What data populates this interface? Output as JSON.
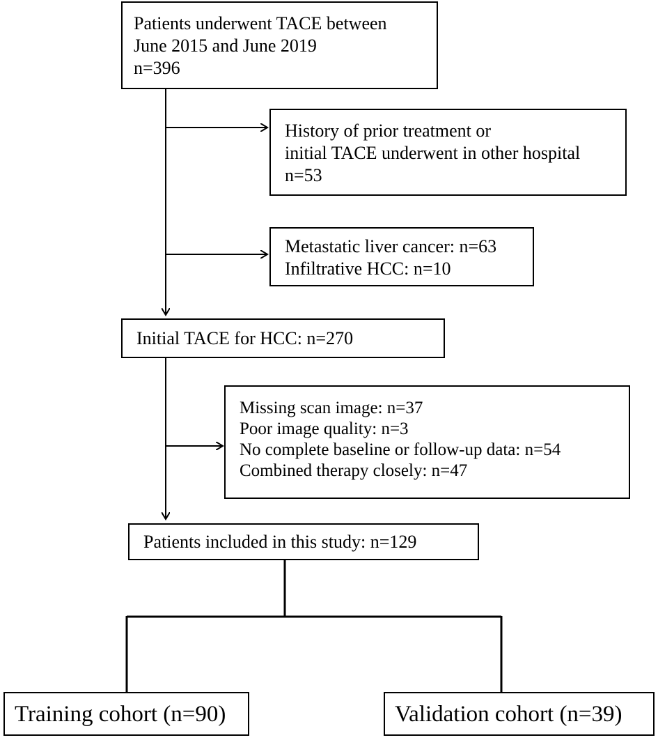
{
  "boxes": {
    "start": {
      "lines": [
        "Patients underwent TACE between",
        "June 2015 and June 2019",
        "n=396"
      ]
    },
    "exclusion1": {
      "lines": [
        "History of prior treatment or",
        "initial TACE underwent in other hospital",
        "n=53"
      ]
    },
    "exclusion2": {
      "lines": [
        "Metastatic liver cancer: n=63",
        "Infiltrative HCC: n=10"
      ]
    },
    "initial": {
      "lines": [
        "Initial TACE for HCC: n=270"
      ]
    },
    "exclusion3": {
      "lines": [
        "Missing scan image: n=37",
        "Poor image quality: n=3",
        "No complete baseline or follow-up data: n=54",
        "Combined therapy closely: n=47"
      ]
    },
    "included": {
      "lines": [
        "Patients included in this study: n=129"
      ]
    },
    "training": {
      "lines": [
        "Training cohort (n=90)"
      ]
    },
    "validation": {
      "lines": [
        "Validation cohort (n=39)"
      ]
    }
  }
}
